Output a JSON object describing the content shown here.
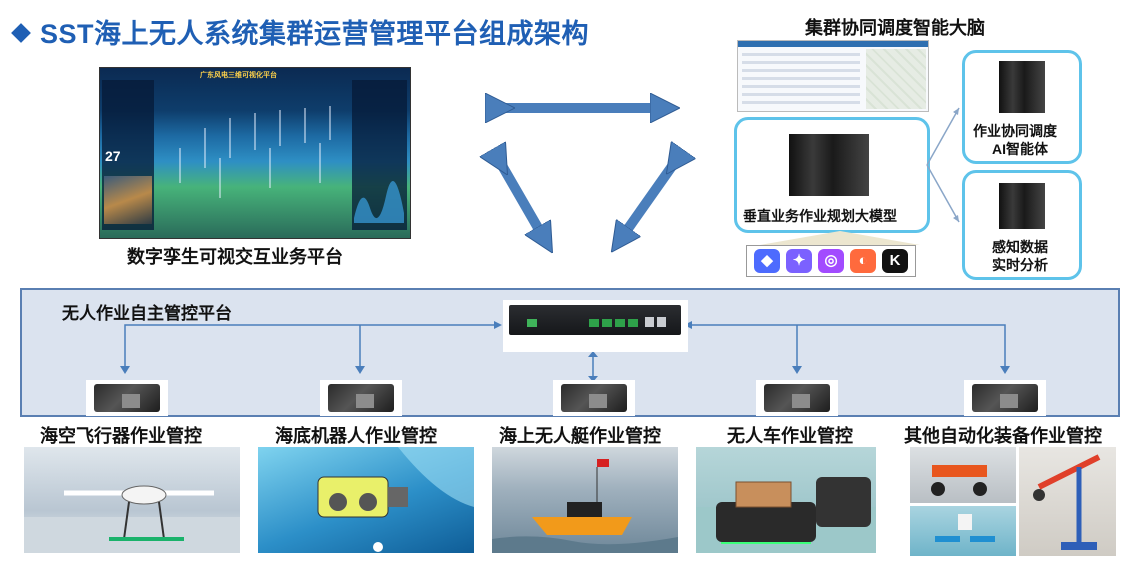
{
  "title": "SST海上无人系统集群运营管理平台组成架构",
  "digital_twin": {
    "label": "数字孪生可视交互业务平台",
    "screen_title": "广东风电三维可视化平台",
    "screen_value": "27"
  },
  "brain": {
    "label": "集群协同调度智能大脑",
    "model_label": "垂直业务作业规划大模型",
    "agent_label_1": "作业协同调度",
    "agent_label_2": "AI智能体",
    "analysis_label_1": "感知数据",
    "analysis_label_2": "实时分析",
    "logos": [
      "deepseek-logo",
      "model-logo-2",
      "model-logo-3",
      "model-logo-4",
      "kimi-logo"
    ]
  },
  "control_platform": {
    "label": "无人作业自主管控平台",
    "units": [
      {
        "label": "海空飞行器作业管控",
        "photo": "drone-photo"
      },
      {
        "label": "海底机器人作业管控",
        "photo": "underwater-robot-photo"
      },
      {
        "label": "海上无人艇作业管控",
        "photo": "unmanned-boat-photo"
      },
      {
        "label": "无人车作业管控",
        "photo": "unmanned-vehicle-photo"
      },
      {
        "label": "其他自动化装备作业管控",
        "photo": "automation-equipment-photo"
      }
    ]
  },
  "colors": {
    "title": "#1f5fb4",
    "arrow": "#4a7ebb",
    "box_border": "#5ec3ea",
    "platform_bg": "#dbe3ef",
    "platform_border": "#5a7fb2"
  }
}
